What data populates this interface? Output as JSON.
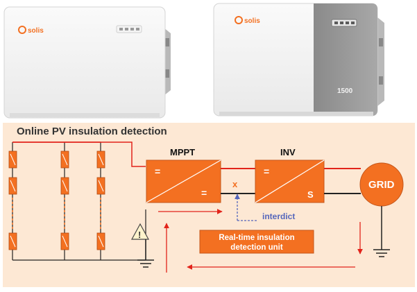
{
  "products": {
    "left_brand": "solis",
    "right_brand": "solis",
    "right_model": "1500"
  },
  "diagram": {
    "title": "Online PV insulation detection",
    "mppt_label": "MPPT",
    "inv_label": "INV",
    "grid_label": "GRID",
    "interdict_label": "interdict",
    "detection_unit_line1": "Real-time insulation",
    "detection_unit_line2": "detection unit",
    "switch_mark": "x",
    "warning_mark": "!",
    "mppt_symbol_top": "=",
    "mppt_symbol_bottom": "=",
    "inv_symbol_top": "=",
    "inv_symbol_bottom": "S",
    "colors": {
      "accent_orange": "#f37021",
      "panel_bg": "#fde8d4",
      "line_red": "#e2231a",
      "line_black": "#222222",
      "interdict_blue": "#5566bb"
    }
  }
}
